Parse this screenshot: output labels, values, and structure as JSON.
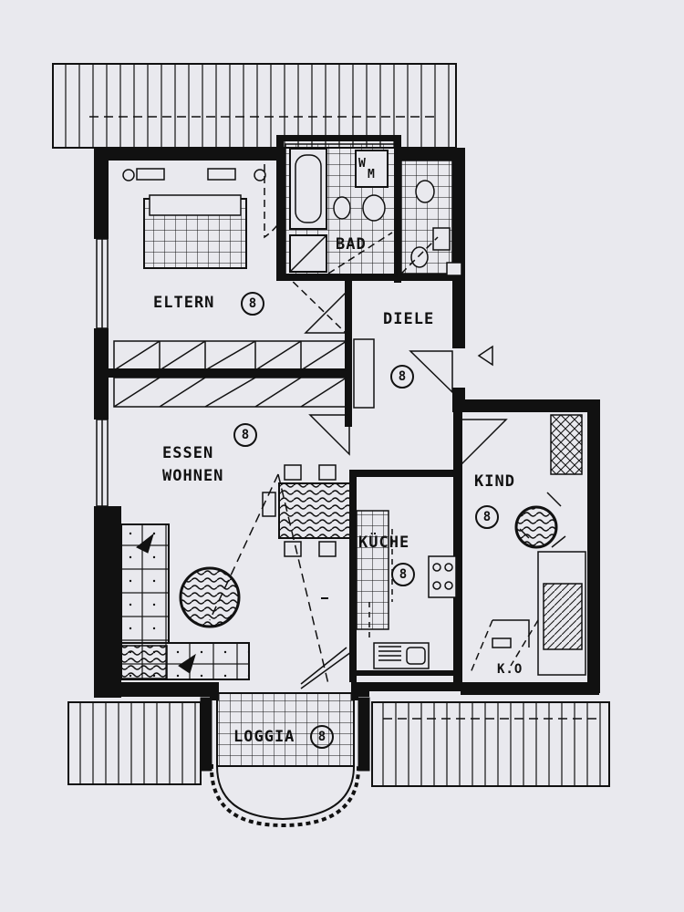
{
  "rooms": {
    "eltern": {
      "name": "ELTERN",
      "marker": "8"
    },
    "bad": {
      "name": "BAD",
      "wm": "W",
      "wm2": "M"
    },
    "diele": {
      "name": "DIELE",
      "marker": "8"
    },
    "essen_wohnen": {
      "line1": "ESSEN",
      "line2": "WOHNEN",
      "marker": "8"
    },
    "kueche": {
      "name": "KÜCHE",
      "marker": "8"
    },
    "kind": {
      "name": "KIND",
      "marker": "8"
    },
    "kind_extra": {
      "label": "K.O"
    },
    "loggia": {
      "name": "LOGGIA",
      "marker": "8"
    }
  },
  "colors": {
    "ink": "#111111",
    "paper": "#e9e9ee"
  }
}
